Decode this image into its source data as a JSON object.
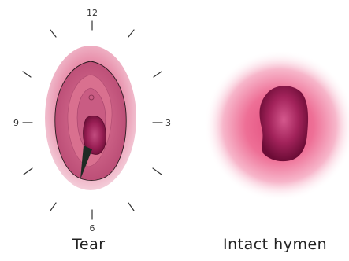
{
  "clock": {
    "n12": "12",
    "n3": "3",
    "n6": "6",
    "n9": "9"
  },
  "captions": {
    "left": "Tear",
    "right": "Intact hymen"
  },
  "colors": {
    "outer_pink": "#e889a6",
    "inner_pink": "#c95c83",
    "opening": "#8a1747",
    "tear_wedge": "#1f2a24",
    "glow": "#f07aa0"
  }
}
